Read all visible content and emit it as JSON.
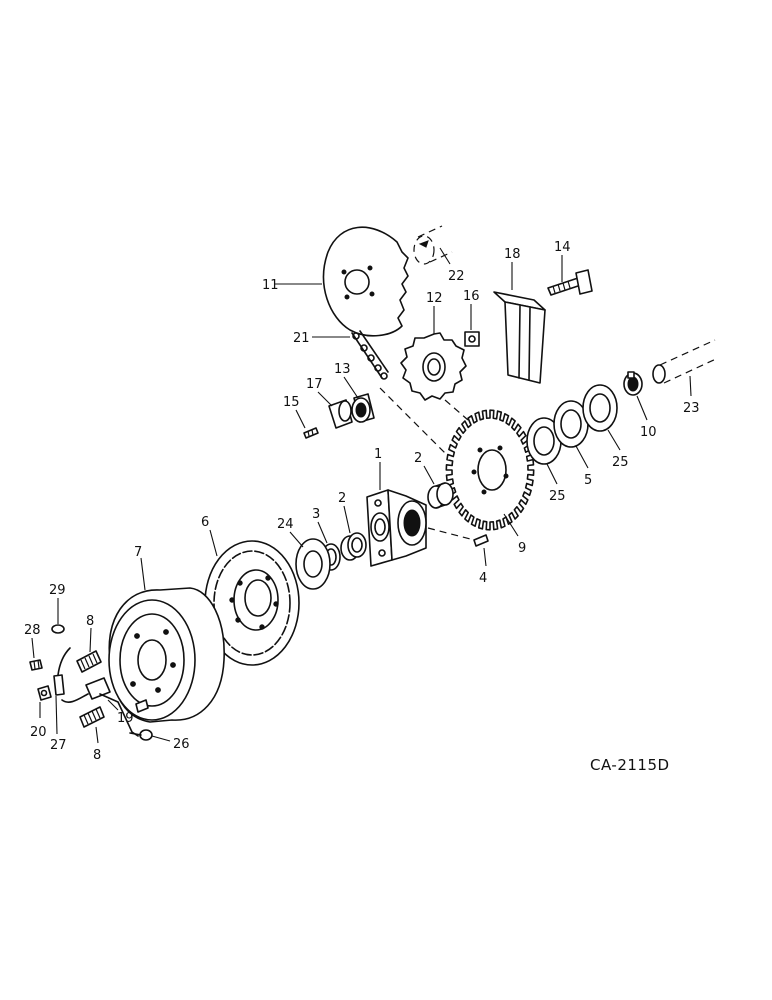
{
  "drawing_code": "CA-2115D",
  "callouts": {
    "c1": "1",
    "c2a": "2",
    "c2b": "2",
    "c3": "3",
    "c4": "4",
    "c5": "5",
    "c6": "6",
    "c7": "7",
    "c8a": "8",
    "c8b": "8",
    "c9": "9",
    "c10": "10",
    "c11": "11",
    "c12": "12",
    "c13": "13",
    "c14": "14",
    "c15": "15",
    "c16": "16",
    "c17": "17",
    "c18": "18",
    "c19": "19",
    "c20": "20",
    "c21": "21",
    "c22": "22",
    "c23": "23",
    "c24": "24",
    "c25a": "25",
    "c25b": "25",
    "c26": "26",
    "c27": "27",
    "c28": "28",
    "c29": "29"
  }
}
